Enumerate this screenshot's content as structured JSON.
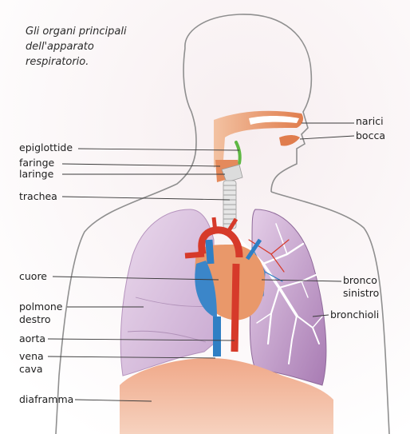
{
  "caption": {
    "line1": "Gli organi principali",
    "line2": "dell'apparato",
    "line3": "respiratorio."
  },
  "labels": {
    "narici": "narici",
    "bocca": "bocca",
    "epiglottide": "epiglottide",
    "faringe": "faringe",
    "laringe": "laringe",
    "trachea": "trachea",
    "cuore": "cuore",
    "bronco_l1": "bronco",
    "bronco_l2": "sinistro",
    "polmone_l1": "polmone",
    "polmone_l2": "destro",
    "bronchioli": "bronchioli",
    "aorta": "aorta",
    "vena_l1": "vena",
    "vena_l2": "cava",
    "diaframma": "diaframma"
  },
  "colors": {
    "body_outline": "#8a8a8a",
    "airway": "#e88a5a",
    "lung": "#c9a6cf",
    "artery": "#d63a2a",
    "vein": "#2f7fc4",
    "heart": "#e9986a",
    "diaphragm": "#ec9d78"
  }
}
